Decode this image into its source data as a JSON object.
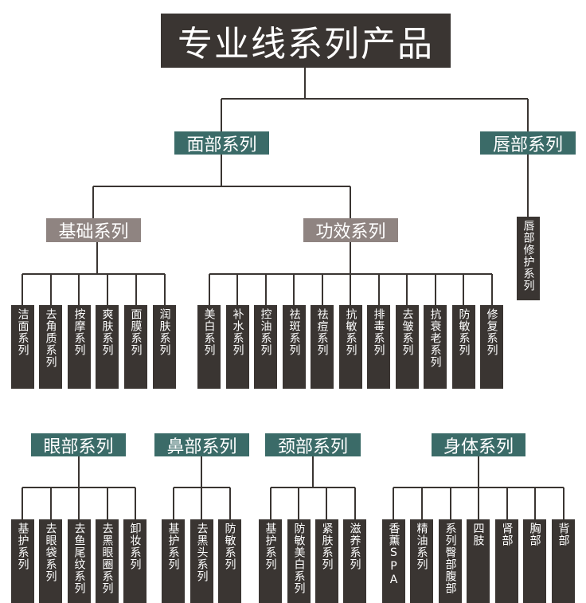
{
  "title": "专业线系列产品",
  "groups": {
    "face": "面部系列",
    "lip": "唇部系列",
    "basic": "基础系列",
    "effect": "功效系列",
    "eye": "眼部系列",
    "nose": "鼻部系列",
    "neck": "颈部系列",
    "body": "身体系列"
  },
  "lip_items": [
    "唇部修护系列"
  ],
  "basic_items": [
    "洁面系列",
    "去角质系列",
    "按摩系列",
    "爽肤系列",
    "面膜系列",
    "润肤系列"
  ],
  "effect_items": [
    "美白系列",
    "补水系列",
    "控油系列",
    "祛斑系列",
    "祛痘系列",
    "抗敏系列",
    "排毒系列",
    "去皱系列",
    "抗衰老系列",
    "防敏系列",
    "修复系列"
  ],
  "eye_items": [
    "基护系列",
    "去眼袋系列",
    "去鱼尾纹系列",
    "去黑眼圈系列",
    "卸妆系列"
  ],
  "nose_items": [
    "基护系列",
    "去黑头系列",
    "防敏系列"
  ],
  "neck_items": [
    "基护系列",
    "防敏美白系列",
    "紧肤系列",
    "滋养系列"
  ],
  "body_items": [
    "香薰SPA",
    "精油系列",
    "系列臀部腹部",
    "四肢",
    "肾部",
    "胸部",
    "背部"
  ],
  "colors": {
    "dark": "#3a3532",
    "teal": "#3b6b68",
    "taupe": "#8f8481",
    "background": "#ffffff"
  }
}
